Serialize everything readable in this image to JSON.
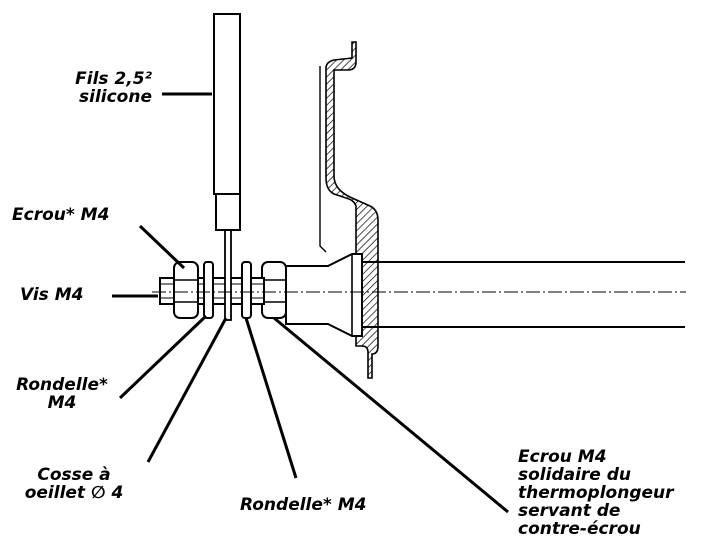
{
  "labels": {
    "fils": [
      "Fils 2,5²",
      "silicone"
    ],
    "ecrou_top": "Ecrou* M4",
    "vis": "Vis M4",
    "rondelle_left": [
      "Rondelle*",
      "M4"
    ],
    "cosse": [
      "Cosse à",
      "oeillet ∅ 4"
    ],
    "rondelle_bottom": "Rondelle* M4",
    "ecrou_solidaire": [
      "Ecrou M4",
      "solidaire du",
      "thermoplongeur",
      "servant de",
      "contre-écrou"
    ]
  },
  "colors": {
    "ink": "#000000",
    "paper": "#ffffff"
  }
}
